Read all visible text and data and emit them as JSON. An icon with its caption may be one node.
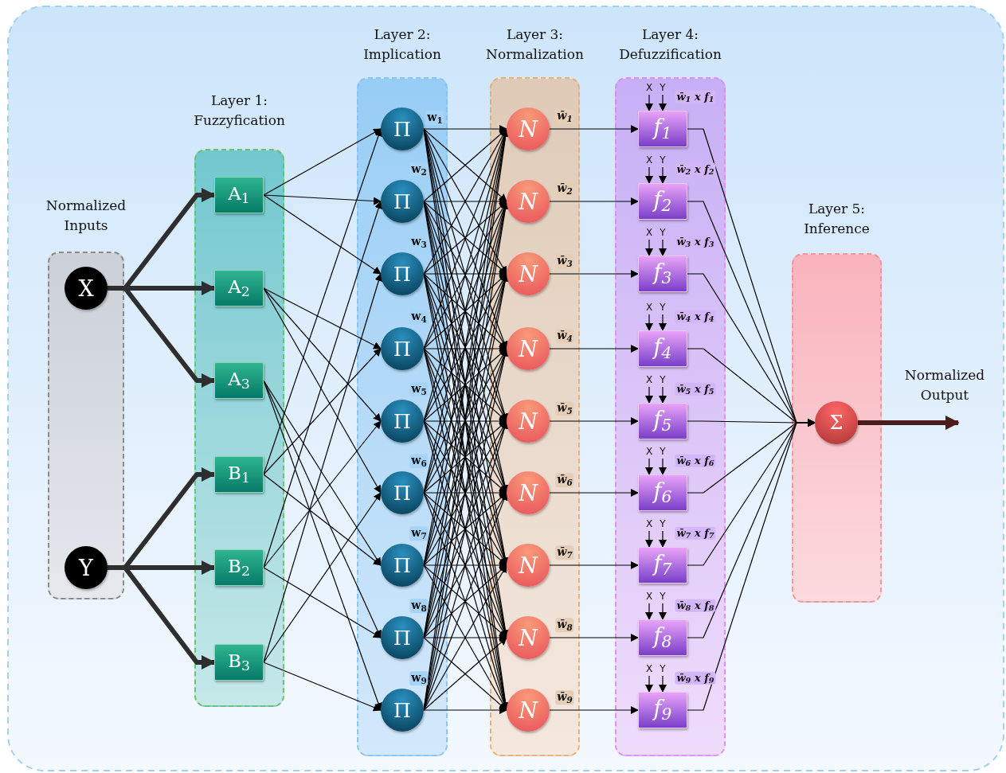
{
  "diagram": {
    "nodes": [
      {
        "text": [
          "Normalized Inputs"
        ]
      },
      {
        "text": [
          "X"
        ],
        "in": 0
      },
      {
        "text": [
          "Y"
        ],
        "in": 0
      },
      {
        "text": [
          "Layer 1: Fuzzyfication"
        ]
      },
      {
        "text": [
          "A$_{1}$"
        ],
        "in": 3
      },
      {
        "text": [
          "A$_{2}$"
        ],
        "in": 3
      },
      {
        "text": [
          "A$_{3}$"
        ],
        "in": 3
      },
      {
        "text": [
          "B$_{1}$"
        ],
        "in": 3
      },
      {
        "text": [
          "B$_{2}$"
        ],
        "in": 3
      },
      {
        "text": [
          "B$_{3}$"
        ],
        "in": 3
      },
      {
        "text": [
          "Layer 2: Implication"
        ]
      },
      {
        "text": [
          "Π"
        ],
        "in": 10,
        "beside": [
          "w$_{1}$"
        ]
      },
      {
        "text": [
          "Π"
        ],
        "in": 10,
        "beside": [
          "w$_{2}$"
        ]
      },
      {
        "text": [
          "Π"
        ],
        "in": 10,
        "beside": [
          "w$_{3}$"
        ]
      },
      {
        "text": [
          "Π"
        ],
        "in": 10,
        "beside": [
          "w$_{4}$"
        ]
      },
      {
        "text": [
          "Π"
        ],
        "in": 10,
        "beside": [
          "w$_{5}$"
        ]
      },
      {
        "text": [
          "Π"
        ],
        "in": 10,
        "beside": [
          "w$_{6}$"
        ]
      },
      {
        "text": [
          "Π"
        ],
        "in": 10,
        "beside": [
          "w$_{7}$"
        ]
      },
      {
        "text": [
          "Π"
        ],
        "in": 10,
        "beside": [
          "w$_{8}$"
        ]
      },
      {
        "text": [
          "Π"
        ],
        "in": 10,
        "beside": [
          "w$_{9}$"
        ]
      },
      {
        "text": [
          "Layer 3: Normalization"
        ]
      },
      {
        "text": [
          "N"
        ],
        "in": 20,
        "beside": [
          "w̄$_{1}$"
        ]
      },
      {
        "text": [
          "N"
        ],
        "in": 20,
        "beside": [
          "w̄$_{2}$"
        ]
      },
      {
        "text": [
          "N"
        ],
        "in": 20,
        "beside": [
          "w̄$_{3}$"
        ]
      },
      {
        "text": [
          "N"
        ],
        "in": 20,
        "beside": [
          "w̄$_{4}$"
        ]
      },
      {
        "text": [
          "N"
        ],
        "in": 20,
        "beside": [
          "w̄$_{5}$"
        ]
      },
      {
        "text": [
          "N"
        ],
        "in": 20,
        "beside": [
          "w̄$_{6}$"
        ]
      },
      {
        "text": [
          "N"
        ],
        "in": 20,
        "beside": [
          "w̄$_{7}$"
        ]
      },
      {
        "text": [
          "N"
        ],
        "in": 20,
        "beside": [
          "w̄$_{8}$"
        ]
      },
      {
        "text": [
          "N"
        ],
        "in": 20,
        "beside": [
          "w̄$_{9}$"
        ]
      },
      {
        "text": [
          "Layer 4: Defuzzification"
        ]
      },
      {
        "text": [
          "X"
        ],
        "in": 30
      },
      {
        "text": [
          "Y"
        ],
        "in": 30
      },
      {
        "text": [
          "f$_{1}$"
        ],
        "in": 30,
        "beside": [
          "w̄$_{1}$ x f$_{1}$"
        ]
      },
      {
        "text": [
          "X"
        ],
        "in": 30
      },
      {
        "text": [
          "Y"
        ],
        "in": 30
      },
      {
        "text": [
          "f$_{2}$"
        ],
        "in": 30,
        "beside": [
          "w̄$_{2}$ x f$_{2}$"
        ]
      },
      {
        "text": [
          "X"
        ],
        "in": 30
      },
      {
        "text": [
          "Y"
        ],
        "in": 30
      },
      {
        "text": [
          "f$_{3}$"
        ],
        "in": 30,
        "beside": [
          "w̄$_{3}$ x f$_{3}$"
        ]
      },
      {
        "text": [
          "X"
        ],
        "in": 30
      },
      {
        "text": [
          "Y"
        ],
        "in": 30
      },
      {
        "text": [
          "f$_{4}$"
        ],
        "in": 30,
        "beside": [
          "w̄$_{4}$ x f$_{4}$"
        ]
      },
      {
        "text": [
          "X"
        ],
        "in": 30
      },
      {
        "text": [
          "Y"
        ],
        "in": 30
      },
      {
        "text": [
          "f$_{5}$"
        ],
        "in": 30,
        "beside": [
          "w̄$_{5}$ x f$_{5}$"
        ]
      },
      {
        "text": [
          "X"
        ],
        "in": 30
      },
      {
        "text": [
          "Y"
        ],
        "in": 30
      },
      {
        "text": [
          "f$_{6}$"
        ],
        "in": 30,
        "beside": [
          "w̄$_{6}$ x f$_{6}$"
        ]
      },
      {
        "text": [
          "X"
        ],
        "in": 30
      },
      {
        "text": [
          "Y"
        ],
        "in": 30
      },
      {
        "text": [
          "f$_{7}$"
        ],
        "in": 30,
        "beside": [
          "w̄$_{7}$ x f$_{7}$"
        ]
      },
      {
        "text": [
          "X"
        ],
        "in": 30
      },
      {
        "text": [
          "Y"
        ],
        "in": 30
      },
      {
        "text": [
          "f$_{8}$"
        ],
        "in": 30,
        "beside": [
          "w̄$_{8}$ x f$_{8}$"
        ]
      },
      {
        "text": [
          "X"
        ],
        "in": 30
      },
      {
        "text": [
          "Y"
        ],
        "in": 30
      },
      {
        "text": [
          "f$_{9}$"
        ],
        "in": 30,
        "beside": [
          "w̄$_{9}$ x f$_{9}$"
        ]
      },
      {
        "text": [
          "Layer 5: Inference"
        ]
      },
      {
        "text": [
          "Σ"
        ],
        "in": 58
      }
    ],
    "edges": [
      {
        "from": 1,
        "to": 4,
        "arrow": "to",
        "style": "thick"
      },
      {
        "from": 1,
        "to": 5,
        "arrow": "to",
        "style": "thick"
      },
      {
        "from": 1,
        "to": 6,
        "arrow": "to",
        "style": "thick"
      },
      {
        "from": 2,
        "to": 7,
        "arrow": "to",
        "style": "thick"
      },
      {
        "from": 2,
        "to": 8,
        "arrow": "to",
        "style": "thick"
      },
      {
        "from": 2,
        "to": 9,
        "arrow": "to",
        "style": "thick"
      },
      {
        "from": 4,
        "to": 11,
        "arrow": "to"
      },
      {
        "from": 4,
        "to": 12,
        "arrow": "to"
      },
      {
        "from": 4,
        "to": 13,
        "arrow": "to"
      },
      {
        "from": 5,
        "to": 14,
        "arrow": "to"
      },
      {
        "from": 5,
        "to": 15,
        "arrow": "to"
      },
      {
        "from": 5,
        "to": 16,
        "arrow": "to"
      },
      {
        "from": 6,
        "to": 17,
        "arrow": "to"
      },
      {
        "from": 6,
        "to": 18,
        "arrow": "to"
      },
      {
        "from": 6,
        "to": 19,
        "arrow": "to"
      },
      {
        "from": 7,
        "to": 11,
        "arrow": "to"
      },
      {
        "from": 7,
        "to": 14,
        "arrow": "to"
      },
      {
        "from": 7,
        "to": 17,
        "arrow": "to"
      },
      {
        "from": 8,
        "to": 12,
        "arrow": "to"
      },
      {
        "from": 8,
        "to": 15,
        "arrow": "to"
      },
      {
        "from": 8,
        "to": 18,
        "arrow": "to"
      },
      {
        "from": 9,
        "to": 13,
        "arrow": "to"
      },
      {
        "from": 9,
        "to": 16,
        "arrow": "to"
      },
      {
        "from": 9,
        "to": 19,
        "arrow": "to"
      },
      {
        "from": 11,
        "to": 21,
        "arrow": "to"
      },
      {
        "from": 11,
        "to": 22,
        "arrow": "to"
      },
      {
        "from": 11,
        "to": 23,
        "arrow": "to"
      },
      {
        "from": 11,
        "to": 24,
        "arrow": "to"
      },
      {
        "from": 11,
        "to": 25,
        "arrow": "to"
      },
      {
        "from": 11,
        "to": 26,
        "arrow": "to"
      },
      {
        "from": 11,
        "to": 27,
        "arrow": "to"
      },
      {
        "from": 11,
        "to": 28,
        "arrow": "to"
      },
      {
        "from": 11,
        "to": 29,
        "arrow": "to"
      },
      {
        "from": 12,
        "to": 21,
        "arrow": "to"
      },
      {
        "from": 12,
        "to": 22,
        "arrow": "to"
      },
      {
        "from": 12,
        "to": 23,
        "arrow": "to"
      },
      {
        "from": 12,
        "to": 24,
        "arrow": "to"
      },
      {
        "from": 12,
        "to": 25,
        "arrow": "to"
      },
      {
        "from": 12,
        "to": 26,
        "arrow": "to"
      },
      {
        "from": 12,
        "to": 27,
        "arrow": "to"
      },
      {
        "from": 12,
        "to": 28,
        "arrow": "to"
      },
      {
        "from": 12,
        "to": 29,
        "arrow": "to"
      },
      {
        "from": 13,
        "to": 21,
        "arrow": "to"
      },
      {
        "from": 13,
        "to": 22,
        "arrow": "to"
      },
      {
        "from": 13,
        "to": 23,
        "arrow": "to"
      },
      {
        "from": 13,
        "to": 24,
        "arrow": "to"
      },
      {
        "from": 13,
        "to": 25,
        "arrow": "to"
      },
      {
        "from": 13,
        "to": 26,
        "arrow": "to"
      },
      {
        "from": 13,
        "to": 27,
        "arrow": "to"
      },
      {
        "from": 13,
        "to": 28,
        "arrow": "to"
      },
      {
        "from": 13,
        "to": 29,
        "arrow": "to"
      },
      {
        "from": 14,
        "to": 21,
        "arrow": "to"
      },
      {
        "from": 14,
        "to": 22,
        "arrow": "to"
      },
      {
        "from": 14,
        "to": 23,
        "arrow": "to"
      },
      {
        "from": 14,
        "to": 24,
        "arrow": "to"
      },
      {
        "from": 14,
        "to": 25,
        "arrow": "to"
      },
      {
        "from": 14,
        "to": 26,
        "arrow": "to"
      },
      {
        "from": 14,
        "to": 27,
        "arrow": "to"
      },
      {
        "from": 14,
        "to": 28,
        "arrow": "to"
      },
      {
        "from": 14,
        "to": 29,
        "arrow": "to"
      },
      {
        "from": 15,
        "to": 21,
        "arrow": "to"
      },
      {
        "from": 15,
        "to": 22,
        "arrow": "to"
      },
      {
        "from": 15,
        "to": 23,
        "arrow": "to"
      },
      {
        "from": 15,
        "to": 24,
        "arrow": "to"
      },
      {
        "from": 15,
        "to": 25,
        "arrow": "to"
      },
      {
        "from": 15,
        "to": 26,
        "arrow": "to"
      },
      {
        "from": 15,
        "to": 27,
        "arrow": "to"
      },
      {
        "from": 15,
        "to": 28,
        "arrow": "to"
      },
      {
        "from": 15,
        "to": 29,
        "arrow": "to"
      },
      {
        "from": 16,
        "to": 21,
        "arrow": "to"
      },
      {
        "from": 16,
        "to": 22,
        "arrow": "to"
      },
      {
        "from": 16,
        "to": 23,
        "arrow": "to"
      },
      {
        "from": 16,
        "to": 24,
        "arrow": "to"
      },
      {
        "from": 16,
        "to": 25,
        "arrow": "to"
      },
      {
        "from": 16,
        "to": 26,
        "arrow": "to"
      },
      {
        "from": 16,
        "to": 27,
        "arrow": "to"
      },
      {
        "from": 16,
        "to": 28,
        "arrow": "to"
      },
      {
        "from": 16,
        "to": 29,
        "arrow": "to"
      },
      {
        "from": 17,
        "to": 21,
        "arrow": "to"
      },
      {
        "from": 17,
        "to": 22,
        "arrow": "to"
      },
      {
        "from": 17,
        "to": 23,
        "arrow": "to"
      },
      {
        "from": 17,
        "to": 24,
        "arrow": "to"
      },
      {
        "from": 17,
        "to": 25,
        "arrow": "to"
      },
      {
        "from": 17,
        "to": 26,
        "arrow": "to"
      },
      {
        "from": 17,
        "to": 27,
        "arrow": "to"
      },
      {
        "from": 17,
        "to": 28,
        "arrow": "to"
      },
      {
        "from": 17,
        "to": 29,
        "arrow": "to"
      },
      {
        "from": 18,
        "to": 21,
        "arrow": "to"
      },
      {
        "from": 18,
        "to": 22,
        "arrow": "to"
      },
      {
        "from": 18,
        "to": 23,
        "arrow": "to"
      },
      {
        "from": 18,
        "to": 24,
        "arrow": "to"
      },
      {
        "from": 18,
        "to": 25,
        "arrow": "to"
      },
      {
        "from": 18,
        "to": 26,
        "arrow": "to"
      },
      {
        "from": 18,
        "to": 27,
        "arrow": "to"
      },
      {
        "from": 18,
        "to": 28,
        "arrow": "to"
      },
      {
        "from": 18,
        "to": 29,
        "arrow": "to"
      },
      {
        "from": 19,
        "to": 21,
        "arrow": "to"
      },
      {
        "from": 19,
        "to": 22,
        "arrow": "to"
      },
      {
        "from": 19,
        "to": 23,
        "arrow": "to"
      },
      {
        "from": 19,
        "to": 24,
        "arrow": "to"
      },
      {
        "from": 19,
        "to": 25,
        "arrow": "to"
      },
      {
        "from": 19,
        "to": 26,
        "arrow": "to"
      },
      {
        "from": 19,
        "to": 27,
        "arrow": "to"
      },
      {
        "from": 19,
        "to": 28,
        "arrow": "to"
      },
      {
        "from": 19,
        "to": 29,
        "arrow": "to"
      },
      {
        "from": 21,
        "to": 33,
        "arrow": "to"
      },
      {
        "from": 22,
        "to": 36,
        "arrow": "to"
      },
      {
        "from": 23,
        "to": 39,
        "arrow": "to"
      },
      {
        "from": 24,
        "to": 42,
        "arrow": "to"
      },
      {
        "from": 25,
        "to": 45,
        "arrow": "to"
      },
      {
        "from": 26,
        "to": 48,
        "arrow": "to"
      },
      {
        "from": 27,
        "to": 51,
        "arrow": "to"
      },
      {
        "from": 28,
        "to": 54,
        "arrow": "to"
      },
      {
        "from": 29,
        "to": 57,
        "arrow": "to"
      },
      {
        "from": 31,
        "to": 33,
        "arrow": "to"
      },
      {
        "from": 32,
        "to": 33,
        "arrow": "to"
      },
      {
        "from": 34,
        "to": 36,
        "arrow": "to"
      },
      {
        "from": 35,
        "to": 36,
        "arrow": "to"
      },
      {
        "from": 37,
        "to": 39,
        "arrow": "to"
      },
      {
        "from": 38,
        "to": 39,
        "arrow": "to"
      },
      {
        "from": 40,
        "to": 42,
        "arrow": "to"
      },
      {
        "from": 41,
        "to": 42,
        "arrow": "to"
      },
      {
        "from": 43,
        "to": 45,
        "arrow": "to"
      },
      {
        "from": 44,
        "to": 45,
        "arrow": "to"
      },
      {
        "from": 46,
        "to": 48,
        "arrow": "to"
      },
      {
        "from": 47,
        "to": 48,
        "arrow": "to"
      },
      {
        "from": 49,
        "to": 51,
        "arrow": "to"
      },
      {
        "from": 50,
        "to": 51,
        "arrow": "to"
      },
      {
        "from": 52,
        "to": 54,
        "arrow": "to"
      },
      {
        "from": 53,
        "to": 54,
        "arrow": "to"
      },
      {
        "from": 55,
        "to": 57,
        "arrow": "to"
      },
      {
        "from": 56,
        "to": 57,
        "arrow": "to"
      },
      {
        "from": 33,
        "to": 59,
        "arrow": "to"
      },
      {
        "from": 36,
        "to": 59,
        "arrow": "to"
      },
      {
        "from": 39,
        "to": 59,
        "arrow": "to"
      },
      {
        "from": 42,
        "to": 59,
        "arrow": "to"
      },
      {
        "from": 45,
        "to": 59,
        "arrow": "to"
      },
      {
        "from": 48,
        "to": 59,
        "arrow": "to"
      },
      {
        "from": 51,
        "to": 59,
        "arrow": "to"
      },
      {
        "from": 54,
        "to": 59,
        "arrow": "to"
      },
      {
        "from": 57,
        "to": 59,
        "arrow": "to"
      },
      {
        "from": 59,
        "to": null,
        "arrow": "to",
        "style": "thick",
        "color": "#4a1c1c"
      }
    ],
    "labels": [
      "Normalized Output"
    ]
  }
}
